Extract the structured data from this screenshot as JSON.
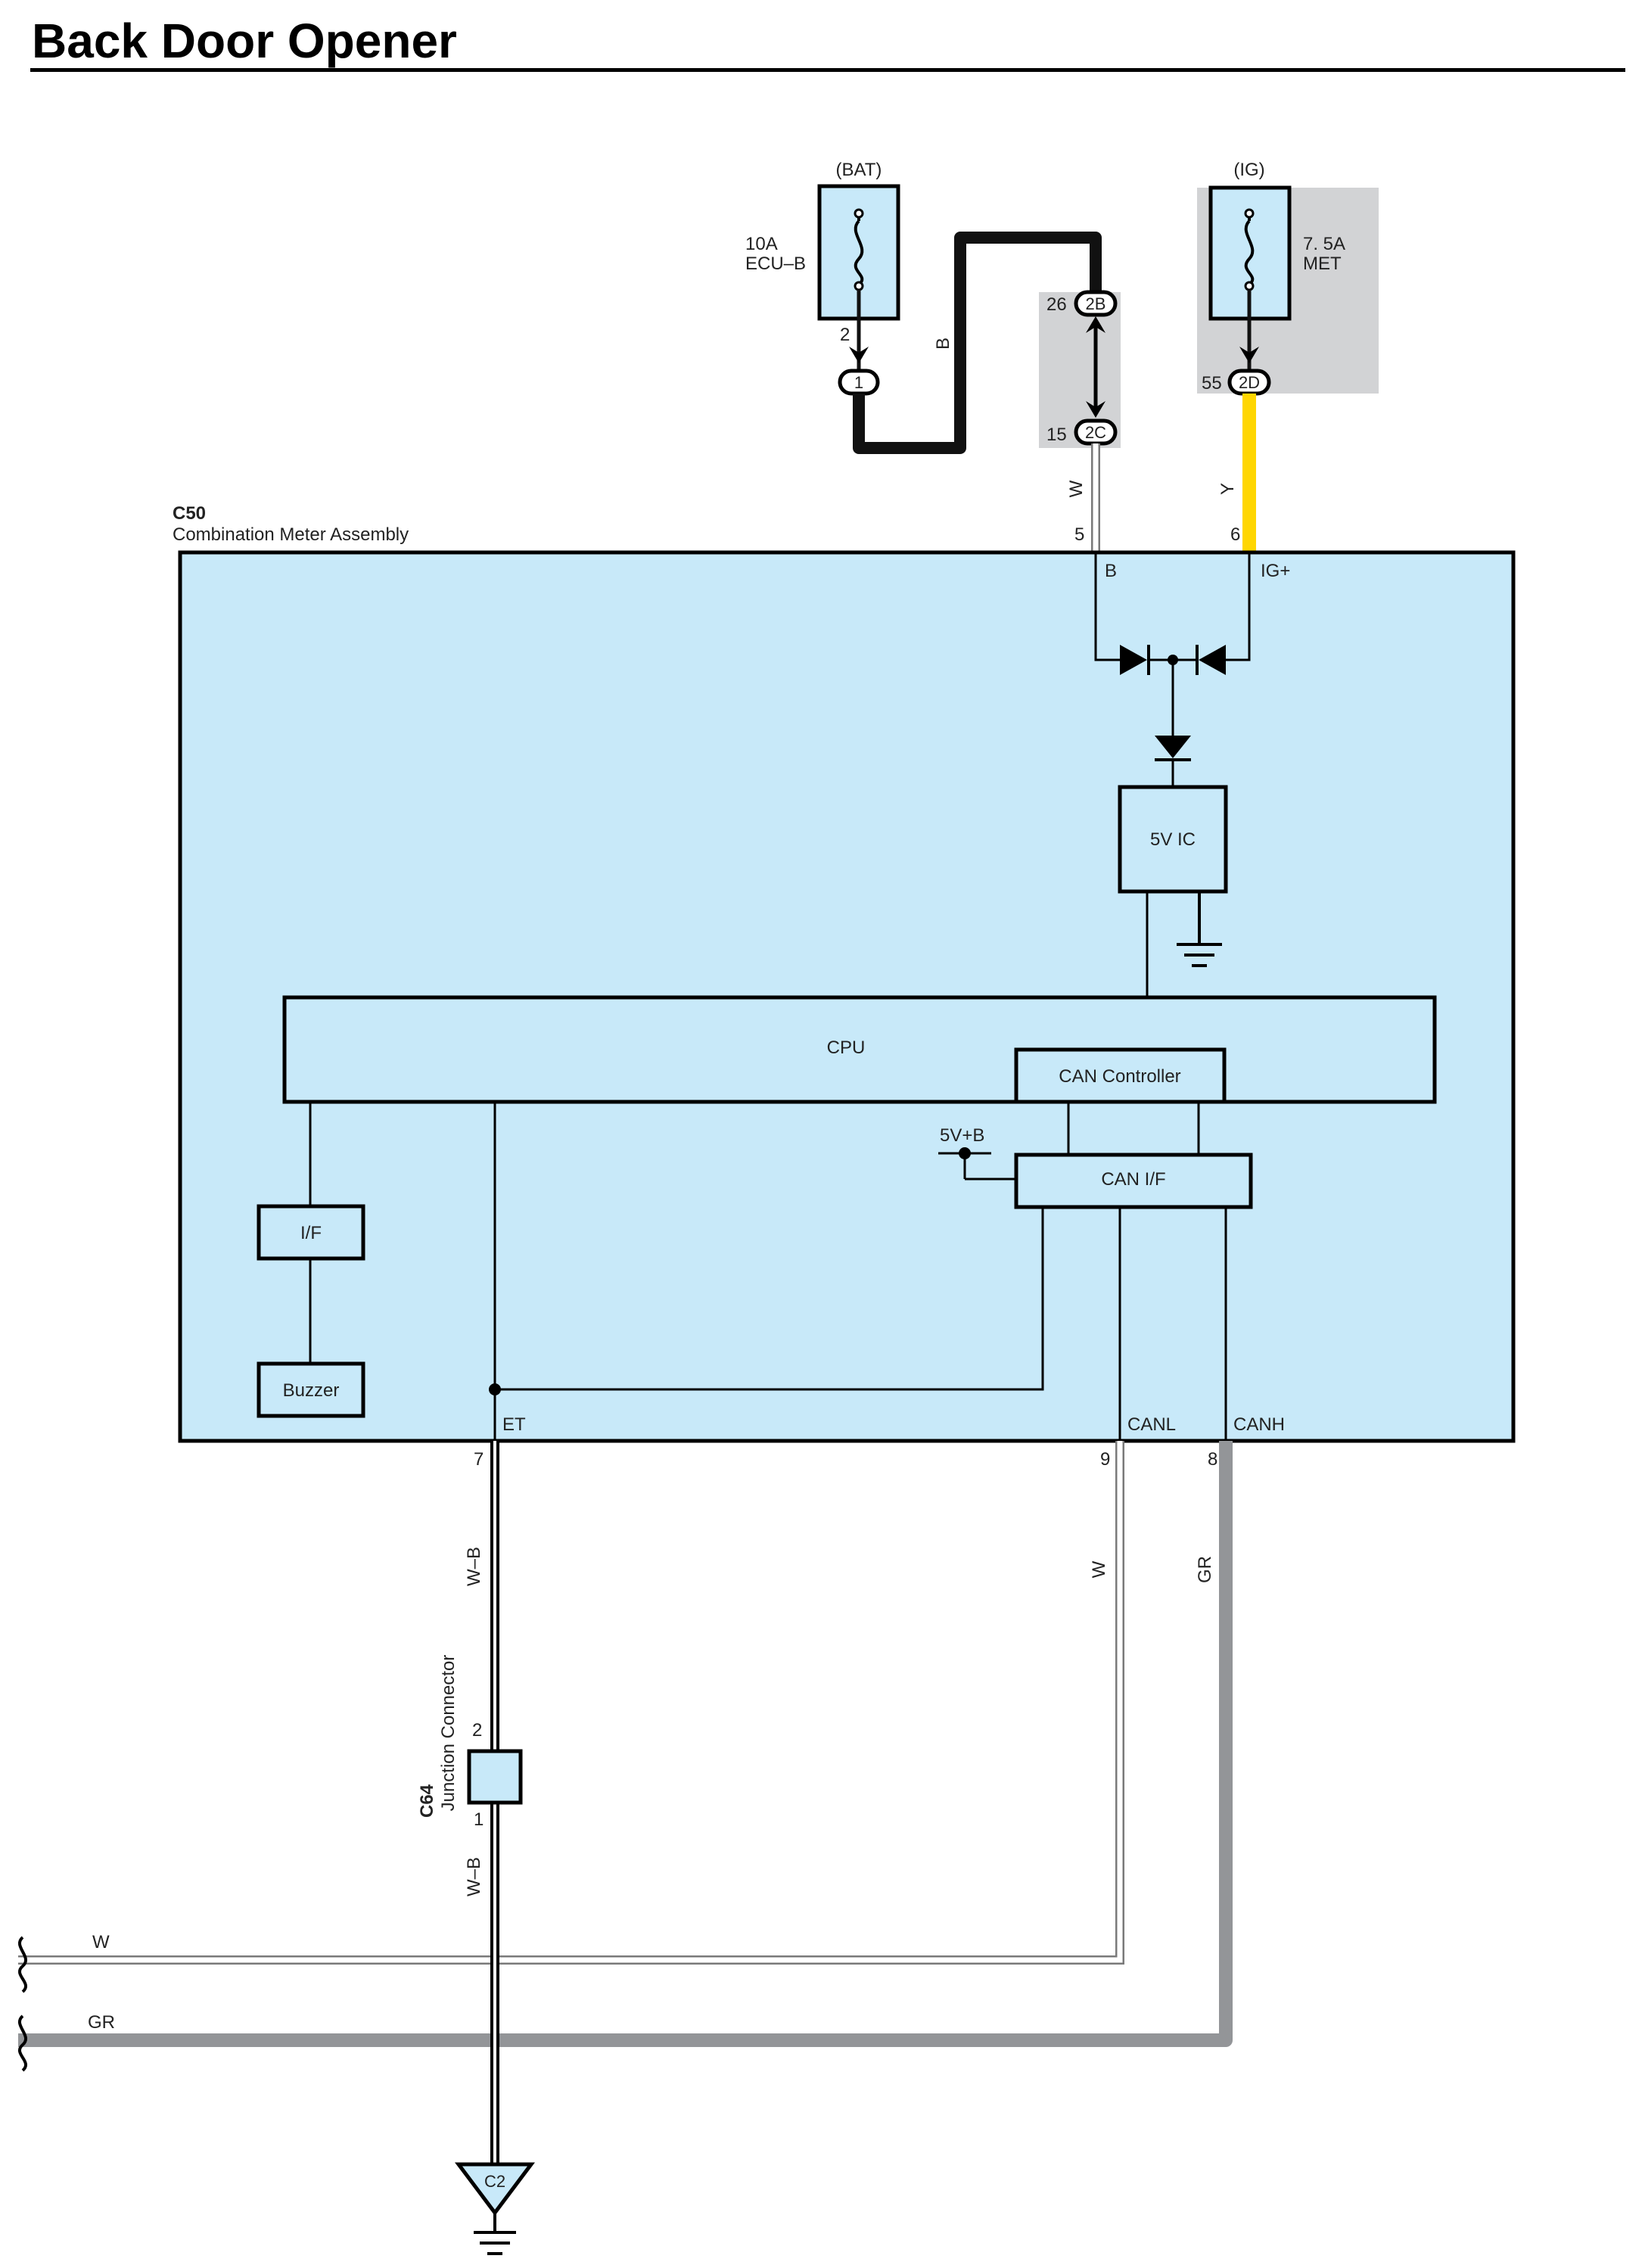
{
  "title": "Back Door Opener",
  "colors": {
    "fill_light_blue": "#c8e9f9",
    "fill_gray": "#d2d3d5",
    "wire_black": "#111111",
    "wire_yellow": "#ffd600",
    "wire_gray": "#939598",
    "wire_white_outline": "#7a7a7a"
  },
  "fuses": {
    "bat": {
      "header": "(BAT)",
      "rating": "10A",
      "name": "ECU–B",
      "icon": "fuse-icon"
    },
    "ig": {
      "header": "(IG)",
      "rating": "7. 5A",
      "name": "MET",
      "icon": "fuse-icon"
    }
  },
  "connectors": {
    "c1": {
      "id": "1",
      "pin": "2"
    },
    "c2b": {
      "id": "2B",
      "pin": "26"
    },
    "c2c": {
      "id": "2C",
      "pin": "15"
    },
    "c2d": {
      "id": "2D",
      "pin": "55"
    }
  },
  "wires": {
    "bat_link": "B",
    "b_feed": "W",
    "ig_feed": "Y",
    "et_upper": "W–B",
    "et_lower": "W–B",
    "canl": "W",
    "canh": "GR",
    "bus_w": "W",
    "bus_gr": "GR"
  },
  "meter": {
    "code": "C50",
    "name": "Combination Meter Assembly",
    "pins": {
      "b_num": "5",
      "b_name": "B",
      "ig_num": "6",
      "ig_name": "IG+",
      "et_num": "7",
      "et_name": "ET",
      "canl_num": "9",
      "canl_name": "CANL",
      "canh_num": "8",
      "canh_name": "CANH"
    },
    "blocks": {
      "ic": "5V IC",
      "cpu": "CPU",
      "can_controller": "CAN Controller",
      "can_if": "CAN I/F",
      "if": "I/F",
      "buzzer": "Buzzer",
      "supply": "5V+B"
    }
  },
  "junction": {
    "code": "C64",
    "name": "Junction Connector",
    "pin_top": "2",
    "pin_bottom": "1"
  },
  "ground": {
    "label": "C2",
    "icon": "ground-icon"
  }
}
